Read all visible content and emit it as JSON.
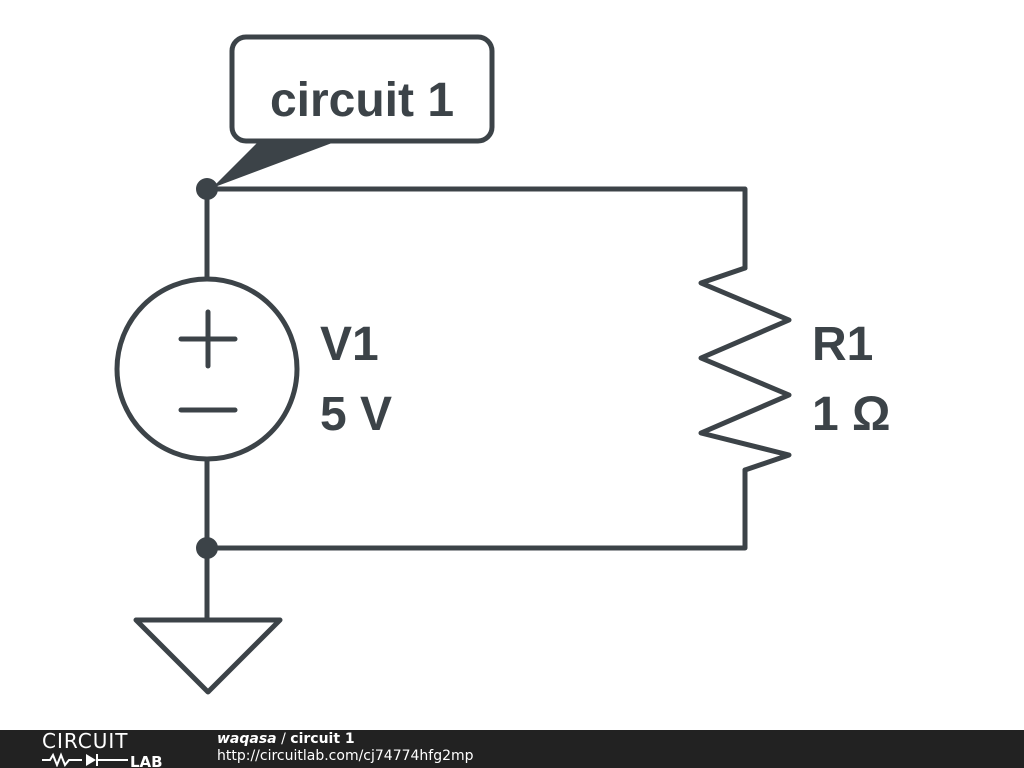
{
  "schematic": {
    "title_callout": "circuit 1",
    "voltage_source": {
      "name": "V1",
      "value": "5 V"
    },
    "resistor": {
      "name": "R1",
      "value": "1 Ω"
    }
  },
  "footer": {
    "logo_top": "CIRCUIT",
    "logo_bottom": "LAB",
    "author": "waqasa",
    "separator": " / ",
    "circuit_name": "circuit 1",
    "url": "http://circuitlab.com/cj74774hfg2mp"
  },
  "colors": {
    "ink": "#3c4348",
    "footer_bg": "#222222",
    "footer_text": "#ffffff"
  }
}
